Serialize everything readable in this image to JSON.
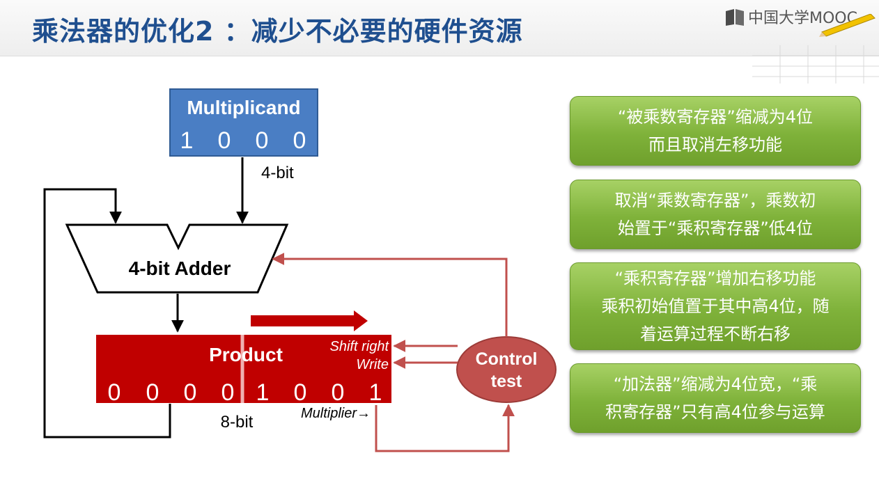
{
  "title": "乘法器的优化2 ：减少不必要的硬件资源",
  "logo": {
    "text": "中国大学MOOC",
    "icon": "mooc-book-icon"
  },
  "diagram": {
    "multiplicand": {
      "label": "Multiplicand",
      "bits": [
        "1",
        "0",
        "0",
        "0"
      ],
      "width_label": "4-bit"
    },
    "adder": {
      "label": "4-bit Adder"
    },
    "product": {
      "label": "Product",
      "bits": [
        "0",
        "0",
        "0",
        "0",
        "1",
        "0",
        "0",
        "1"
      ],
      "width_label": "8-bit",
      "shift_label": "Shift right",
      "write_label": "Write",
      "multiplier_label": "Multiplier→"
    },
    "control": {
      "line1": "Control",
      "line2": "test"
    }
  },
  "notes": [
    {
      "lines": [
        "“被乘数寄存器”缩减为4位",
        "而且取消左移功能"
      ]
    },
    {
      "lines": [
        "取消“乘数寄存器”，乘数初",
        "始置于“乘积寄存器”低4位"
      ]
    },
    {
      "lines": [
        "“乘积寄存器”增加右移功能",
        "乘积初始值置于其中高4位，随",
        "着运算过程不断右移"
      ]
    },
    {
      "lines": [
        "“加法器”缩减为4位宽，“乘",
        "积寄存器”只有高4位参与运算"
      ]
    }
  ],
  "colors": {
    "title": "#1f4f8f",
    "multiplicand": "#4a7ec4",
    "product": "#c00000",
    "control": "#c0504d",
    "note": "#7fb23a"
  }
}
